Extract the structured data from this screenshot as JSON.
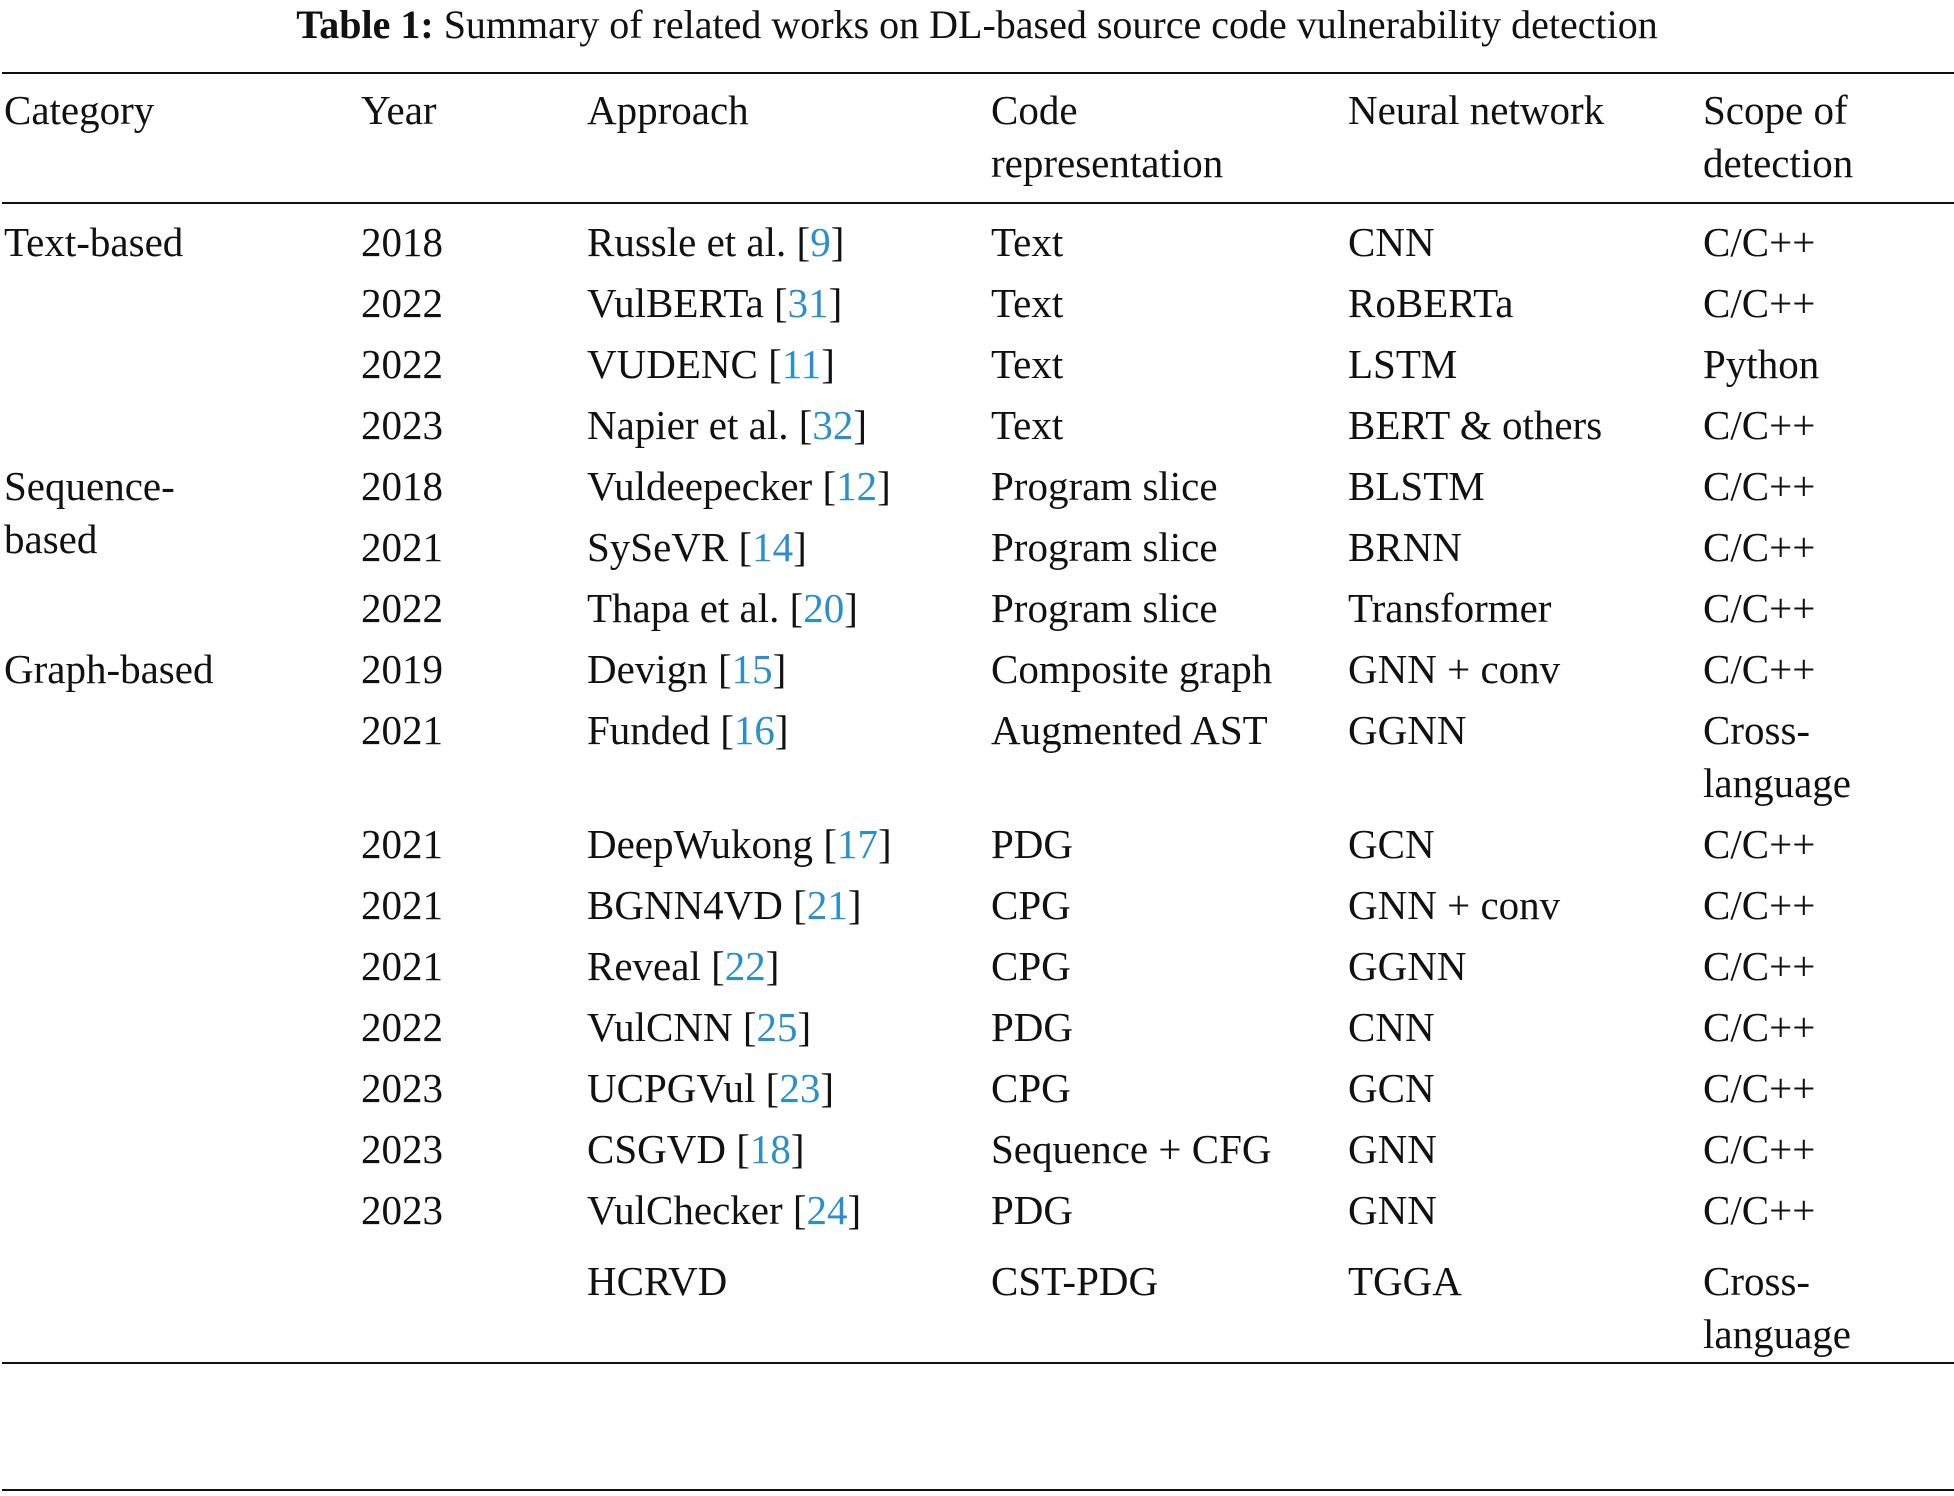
{
  "caption": {
    "label": "Table 1:",
    "text": "Summary of related works on DL-based source code vulnerability detection"
  },
  "link_color": "#2a8fcc",
  "headers": [
    "Category",
    "Year",
    "Approach",
    "Code representation",
    "Neural network",
    "Scope of detection"
  ],
  "rows": [
    {
      "category": "Text-based",
      "year": "2018",
      "approach": "Russle et al.",
      "ref": "9",
      "representation": "Text",
      "network": "CNN",
      "scope": "C/C++"
    },
    {
      "category": "",
      "year": "2022",
      "approach": "VulBERTa",
      "ref": "31",
      "representation": "Text",
      "network": "RoBERTa",
      "scope": "C/C++"
    },
    {
      "category": "",
      "year": "2022",
      "approach": "VUDENC",
      "ref": "11",
      "representation": "Text",
      "network": "LSTM",
      "scope": "Python"
    },
    {
      "category": "",
      "year": "2023",
      "approach": "Napier et al.",
      "ref": "32",
      "representation": "Text",
      "network": "BERT & others",
      "scope": "C/C++"
    },
    {
      "category": "Sequence-based",
      "year": "2018",
      "approach": "Vuldeepecker",
      "ref": "12",
      "representation": "Program slice",
      "network": "BLSTM",
      "scope": "C/C++"
    },
    {
      "category": "",
      "year": "2021",
      "approach": "SySeVR",
      "ref": "14",
      "representation": "Program slice",
      "network": "BRNN",
      "scope": "C/C++"
    },
    {
      "category": "",
      "year": "2022",
      "approach": "Thapa et al.",
      "ref": "20",
      "representation": "Program slice",
      "network": "Transformer",
      "scope": "C/C++"
    },
    {
      "category": "Graph-based",
      "year": "2019",
      "approach": "Devign",
      "ref": "15",
      "representation": "Composite graph",
      "network": "GNN + conv",
      "scope": "C/C++"
    },
    {
      "category": "",
      "year": "2021",
      "approach": "Funded",
      "ref": "16",
      "representation": "Augmented AST",
      "network": "GGNN",
      "scope": "Cross-language"
    },
    {
      "category": "",
      "year": "2021",
      "approach": "DeepWukong",
      "ref": "17",
      "representation": "PDG",
      "network": "GCN",
      "scope": "C/C++"
    },
    {
      "category": "",
      "year": "2021",
      "approach": "BGNN4VD",
      "ref": "21",
      "representation": "CPG",
      "network": "GNN + conv",
      "scope": "C/C++"
    },
    {
      "category": "",
      "year": "2021",
      "approach": "Reveal",
      "ref": "22",
      "representation": "CPG",
      "network": "GGNN",
      "scope": "C/C++"
    },
    {
      "category": "",
      "year": "2022",
      "approach": "VulCNN",
      "ref": "25",
      "representation": "PDG",
      "network": "CNN",
      "scope": "C/C++"
    },
    {
      "category": "",
      "year": "2023",
      "approach": "UCPGVul",
      "ref": "23",
      "representation": "CPG",
      "network": "GCN",
      "scope": "C/C++"
    },
    {
      "category": "",
      "year": "2023",
      "approach": "CSGVD",
      "ref": "18",
      "representation": "Sequence + CFG",
      "network": "GNN",
      "scope": "C/C++"
    },
    {
      "category": "",
      "year": "2023",
      "approach": "VulChecker",
      "ref": "24",
      "representation": "PDG",
      "network": "GNN",
      "scope": "C/C++"
    }
  ],
  "final_row": {
    "category": "",
    "year": "",
    "approach": "HCRVD",
    "representation": "CST-PDG",
    "network": "TGGA",
    "scope": "Cross-language"
  }
}
